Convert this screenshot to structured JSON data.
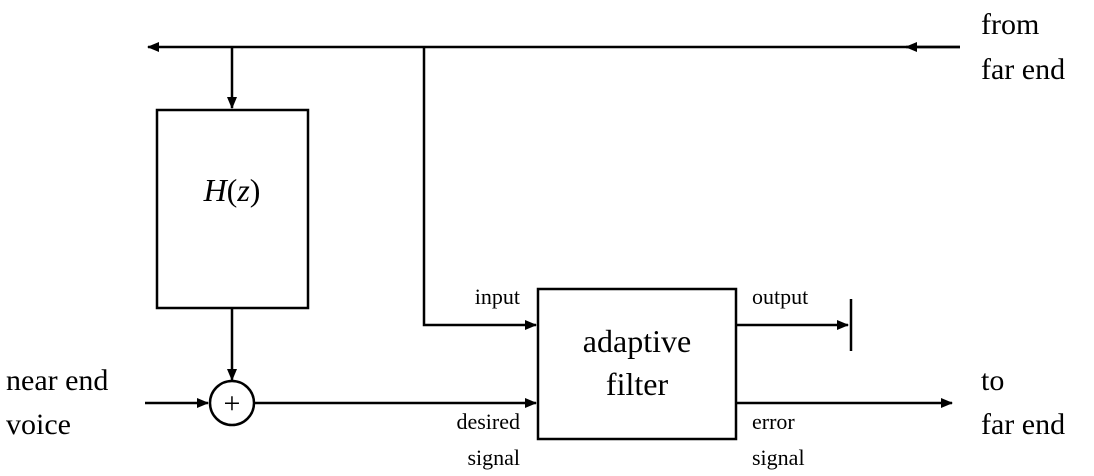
{
  "diagram": {
    "far_end_in": [
      "from",
      "far end"
    ],
    "far_end_out": [
      "to",
      "far end"
    ],
    "near_end": [
      "near end",
      "voice"
    ],
    "h_block": {
      "name": "H",
      "arg": "z"
    },
    "filter_block": [
      "adaptive",
      "filter"
    ],
    "sum_symbol": "+",
    "ports": {
      "input": "input",
      "output": "output",
      "desired": [
        "desired",
        "signal"
      ],
      "error": [
        "error",
        "signal"
      ]
    }
  }
}
